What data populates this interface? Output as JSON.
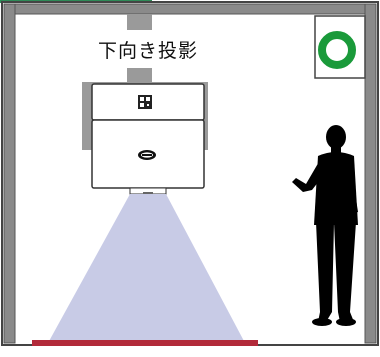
{
  "caption": "下向き投影",
  "verdict": {
    "symbol": "O",
    "meaning": "ok-mark",
    "color": "#1a9a3a"
  },
  "colors": {
    "wall": "#8a8a8a",
    "mount": "#9a9a9a",
    "light_beam": "#c8cbe6",
    "floor_strip": "#b22a3a",
    "corner_accent": "#2e8b57",
    "silhouette": "#000000"
  },
  "icons": {
    "projector_logo": "brand-logo-icon",
    "control_panel": "qr-panel-icon",
    "person": "person-silhouette-icon",
    "ok": "circle-ok-icon"
  }
}
